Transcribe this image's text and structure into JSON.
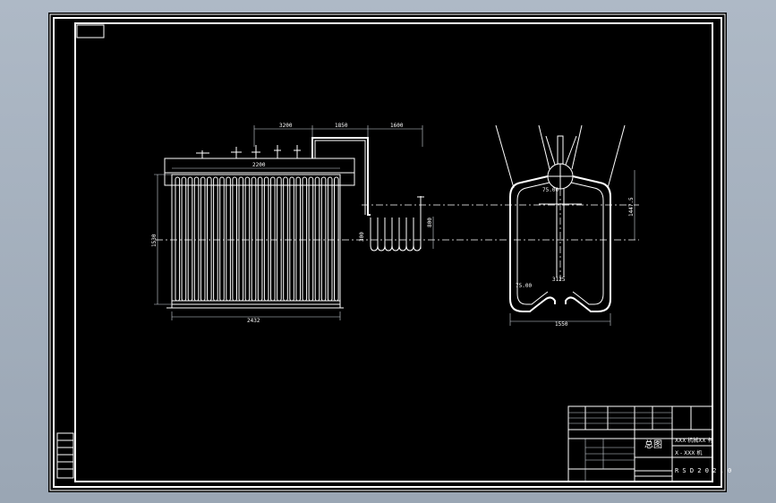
{
  "dimensions": {
    "top_a": "3200",
    "top_b": "1850",
    "top_c": "1600",
    "inner_width": "2200",
    "height_left": "1530",
    "coil_side": "300",
    "coil_height": "800",
    "bottom_width": "2432",
    "side_width": "1550",
    "side_height": "1447.5",
    "side_center": "3125",
    "side_radius": "75.00",
    "side_left": "75.00"
  },
  "title_block": {
    "drawing_title": "总图",
    "company": "XXX 机械XX 有",
    "drawing_sub": "X - XXX 机",
    "drawing_number": "R S D 2 0 2 . 0",
    "rows": [
      "",
      "",
      "",
      ""
    ]
  },
  "colors": {
    "background": "#000000",
    "lines": "#ffffff",
    "surround": "#a7b2bf"
  }
}
